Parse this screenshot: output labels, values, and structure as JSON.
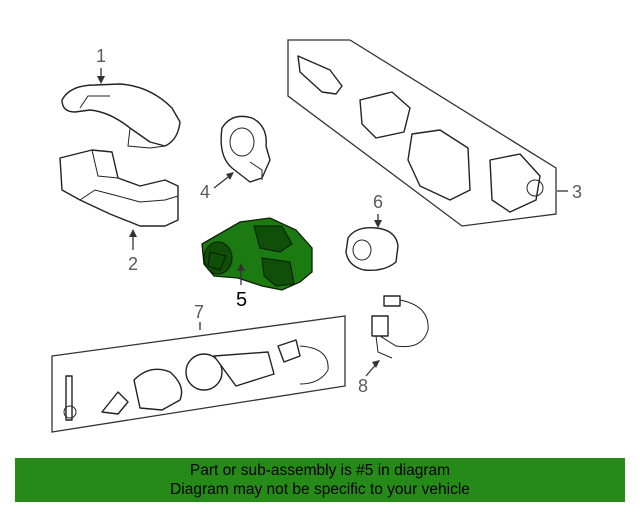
{
  "callouts": {
    "c1": "1",
    "c2": "2",
    "c3": "3",
    "c4": "4",
    "c5": "5",
    "c6": "6",
    "c7": "7",
    "c8": "8"
  },
  "banner": {
    "line1": "Part or sub-assembly is #5 in diagram",
    "line2": "Diagram may not be specific to your vehicle"
  },
  "colors": {
    "highlight": "#1c7a12",
    "banner": "#268a18"
  }
}
